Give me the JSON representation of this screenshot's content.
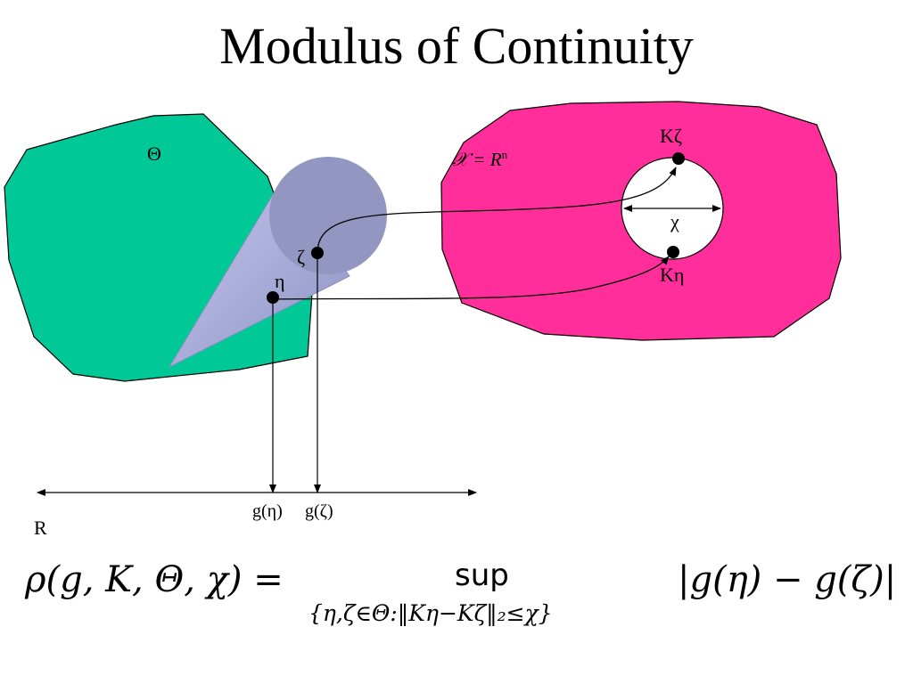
{
  "title": "Modulus of Continuity",
  "labels": {
    "theta": "Θ",
    "space": "𝒳 = R",
    "space_sup": "n",
    "k_zeta": "Kζ",
    "k_eta": "Kη",
    "chi": "χ",
    "zeta": "ζ",
    "eta": "η",
    "g_eta": "g(η)",
    "g_zeta": "g(ζ)",
    "real_line": "R"
  },
  "formula": {
    "lhs": "ρ(g, K, Θ, χ) =",
    "sup": "sup",
    "constraint": "{η,ζ∈Θ:‖Kη−Kζ‖₂≤χ}",
    "rhs": "|g(η) − g(ζ)|"
  },
  "colors": {
    "theta_region": "#00c896",
    "space_region": "#ff2e9a",
    "cone": "#a4a8d8",
    "cone_base": "#9296c0"
  }
}
